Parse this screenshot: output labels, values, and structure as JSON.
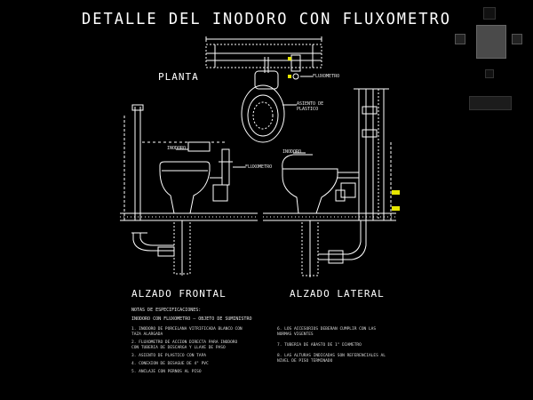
{
  "title": "DETALLE DEL INODORO CON FLUXOMETRO",
  "labels": {
    "planta": "PLANTA",
    "alzado_frontal": "ALZADO FRONTAL",
    "alzado_lateral": "ALZADO LATERAL",
    "fluxometro": "FLUXOMETRO",
    "asiento_plastico": "ASIENTO DE PLASTICO",
    "inodoro_frontal": "INODORO",
    "fluxometro_frontal": "FLUXOMETRO",
    "inodoro_lateral": "INODORO"
  },
  "notes": {
    "heading": "NOTAS DE ESPECIFICACIONES:",
    "subheading": "INODORO CON FLUXOMETRO — OBJETO DE SUMINISTRO",
    "left_items": [
      "1. INODORO DE PORCELANA VITRIFICADA BLANCO CON TAZA ALARGADA",
      "2. FLUXOMETRO DE ACCION DIRECTA PARA INODORO CON TUBERIA DE DESCARGA Y LLAVE DE PASO",
      "3. ASIENTO DE PLASTICO CON TAPA",
      "4. CONEXION DE DESAGUE DE 4\" PVC",
      "5. ANCLAJE CON PERNOS AL PISO"
    ],
    "right_items": [
      "6. LOS ACCESORIOS DEBERAN CUMPLIR CON LAS NORMAS VIGENTES",
      "7. TUBERIA DE ABASTO DE 1\" DIAMETRO",
      "8. LAS ALTURAS INDICADAS SON REFERENCIALES AL NIVEL DE PISO TERMINADO"
    ]
  },
  "colors": {
    "background": "#000000",
    "line": "#ffffff",
    "accent": "#e6e600"
  }
}
